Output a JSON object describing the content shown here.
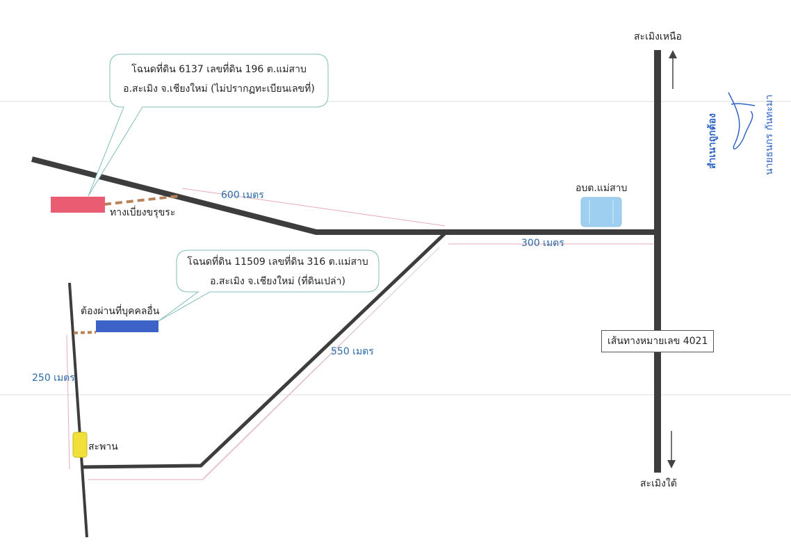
{
  "north_label": "สะเมิงเหนือ",
  "south_label": "สะเมิงใต้",
  "highway_label": "เส้นทางหมายเลข 4021",
  "callout_1": {
    "line1": "โฉนดที่ดิน 6137 เลขที่ดิน 196 ต.แม่สาบ",
    "line2": "อ.สะเมิง จ.เชียงใหม่ (ไม่ปรากฏทะเบียนเลขที่)"
  },
  "callout_2": {
    "line1": "โฉนดที่ดิน 11509 เลขที่ดิน 316 ต.แม่สาบ",
    "line2": "อ.สะเมิง จ.เชียงใหม่ (ที่ดินเปล่า)"
  },
  "places": {
    "path_label": "ทางเบี่ยงขรุขระ",
    "obt_label": "อบต.แม่สาบ",
    "pass_label": "ต้องผ่านที่บุคคลอื่น",
    "bridge_label": "สะพาน"
  },
  "distances": {
    "d600": "600 เมตร",
    "d300": "300 เมตร",
    "d550": "550 เมตร",
    "d250": "250 เมตร"
  },
  "stamp": {
    "certified": "สำเนาถูกต้อง",
    "name": "นายธนกร กันทะมา"
  },
  "colors": {
    "road": "#3d3d3d",
    "plot1": "#e95c72",
    "plot2": "#3d63c9",
    "obt": "#9fcff0",
    "bridge": "#f2e03a",
    "dashed_path": "#b9835a",
    "measure_line": "#e8a9b8",
    "callout_border": "#7fbdb8",
    "stamp": "#2e63c6"
  }
}
